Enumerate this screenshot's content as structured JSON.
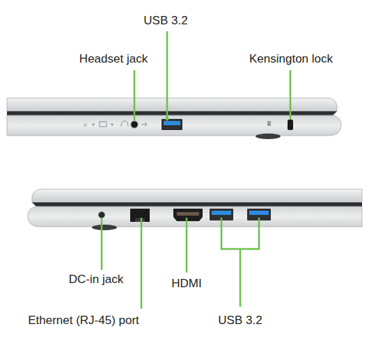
{
  "diagram": {
    "labels": [
      "USB 3.2",
      "Headset jack",
      "Kensington lock",
      "DC-in jack",
      "Ethernet (RJ-45) port",
      "HDMI",
      "USB 3.2"
    ]
  }
}
